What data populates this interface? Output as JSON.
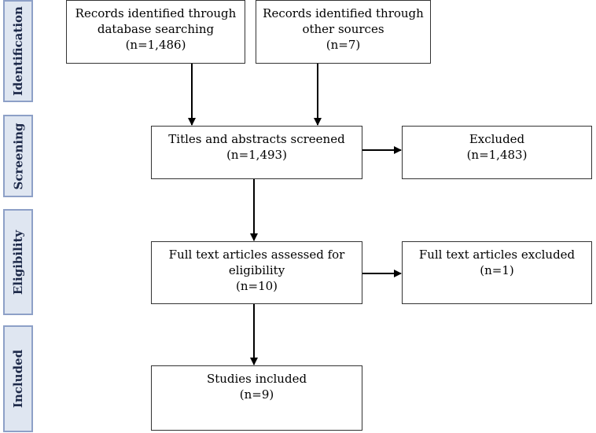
{
  "stages": {
    "identification": "Identification",
    "screening": "Screening",
    "eligibility": "Eligibility",
    "included": "Included"
  },
  "boxes": {
    "database": {
      "l1": "Records identified through",
      "l2": "database searching",
      "l3": "(n=1,486)"
    },
    "other": {
      "l1": "Records identified through",
      "l2": "other sources",
      "l3": "(n=7)"
    },
    "screened": {
      "l1": "Titles and abstracts screened",
      "l2": "(n=1,493)"
    },
    "excluded": {
      "l1": "Excluded",
      "l2": "(n=1,483)"
    },
    "fulltext": {
      "l1": "Full text articles assessed for",
      "l2": "eligibility",
      "l3": "(n=10)"
    },
    "fulltext_excluded": {
      "l1": "Full text articles excluded",
      "l2": "(n=1)"
    },
    "included": {
      "l1": "Studies included",
      "l2": "(n=9)"
    }
  }
}
